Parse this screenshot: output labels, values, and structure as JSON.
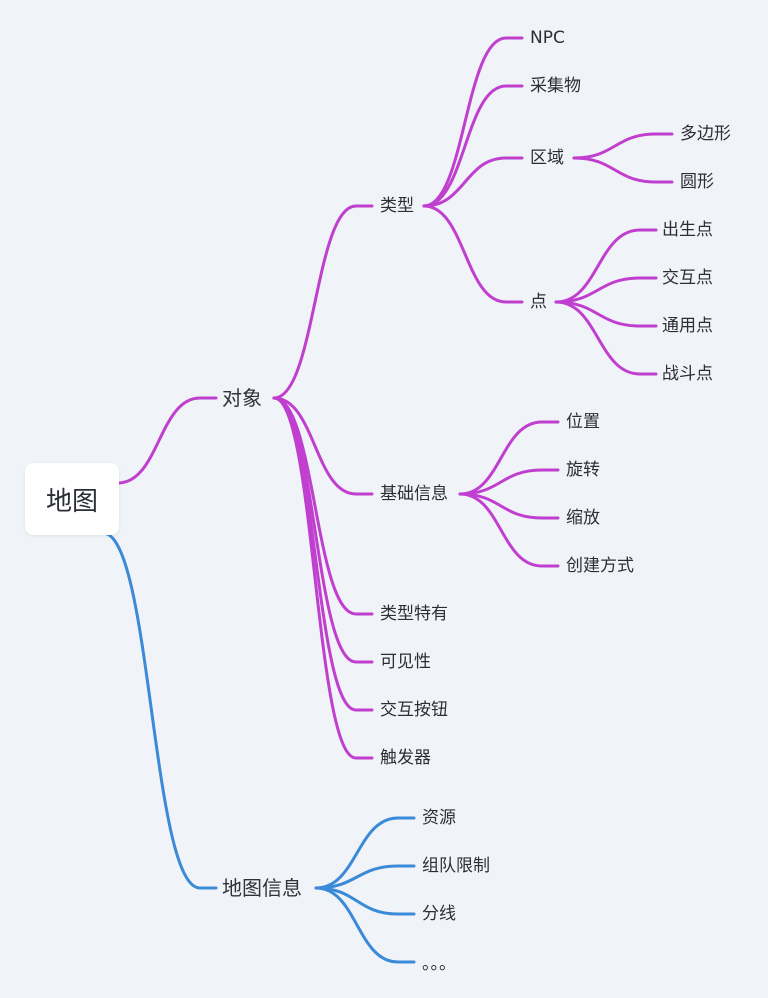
{
  "colors": {
    "object_branch": "#c03fcf",
    "mapinfo_branch": "#3a8ad8",
    "background": "#f0f3f7"
  },
  "root": {
    "label": "地图"
  },
  "object": {
    "label": "对象",
    "type": {
      "label": "类型",
      "npc": "NPC",
      "gather": "采集物",
      "area": {
        "label": "区域",
        "polygon": "多边形",
        "circle": "圆形"
      },
      "point": {
        "label": "点",
        "spawn": "出生点",
        "interact": "交互点",
        "general": "通用点",
        "battle": "战斗点"
      }
    },
    "basic": {
      "label": "基础信息",
      "position": "位置",
      "rotation": "旋转",
      "scale": "缩放",
      "create_method": "创建方式"
    },
    "type_specific": "类型特有",
    "visibility": "可见性",
    "interact_button": "交互按钮",
    "trigger": "触发器"
  },
  "mapinfo": {
    "label": "地图信息",
    "resource": "资源",
    "team_limit": "组队限制",
    "line_split": "分线",
    "more": "。。。"
  }
}
